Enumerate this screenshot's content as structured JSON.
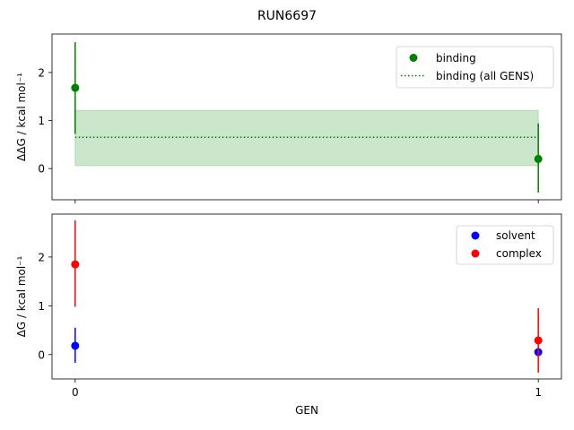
{
  "chart_data": [
    {
      "type": "scatter",
      "title": "RUN6697",
      "ylabel": "ΔΔG / kcal mol⁻¹",
      "x_ticks": [
        0,
        1
      ],
      "y_ticks": [
        0,
        1,
        2
      ],
      "xlim": [
        -0.05,
        1.05
      ],
      "ylim": [
        -0.65,
        2.8
      ],
      "legend_position": "top-right",
      "series": [
        {
          "name": "binding",
          "color": "#008000",
          "marker": "circle",
          "points": [
            {
              "x": 0,
              "y": 1.68,
              "err_low": 0.72,
              "err_high": 2.63
            },
            {
              "x": 1,
              "y": 0.2,
              "err_low": -0.5,
              "err_high": 0.94
            }
          ]
        },
        {
          "name": "binding (all GENS)",
          "color": "#008000",
          "line_style": "dotted",
          "y": 0.65,
          "band": [
            0.06,
            1.21
          ],
          "x_range": [
            0,
            1
          ]
        }
      ]
    },
    {
      "type": "scatter",
      "xlabel": "GEN",
      "ylabel": "ΔG / kcal mol⁻¹",
      "x_ticks": [
        0,
        1
      ],
      "y_ticks": [
        0,
        1,
        2
      ],
      "xlim": [
        -0.05,
        1.05
      ],
      "ylim": [
        -0.5,
        2.88
      ],
      "legend_position": "top-right",
      "series": [
        {
          "name": "solvent",
          "color": "#0000ff",
          "marker": "circle",
          "points": [
            {
              "x": 0,
              "y": 0.18,
              "err_low": -0.17,
              "err_high": 0.55
            },
            {
              "x": 1,
              "y": 0.05,
              "err_low": -0.05,
              "err_high": 0.15
            }
          ]
        },
        {
          "name": "complex",
          "color": "#ff0000",
          "marker": "circle",
          "points": [
            {
              "x": 0,
              "y": 1.85,
              "err_low": 0.98,
              "err_high": 2.75
            },
            {
              "x": 1,
              "y": 0.29,
              "err_low": -0.37,
              "err_high": 0.95
            }
          ]
        }
      ]
    }
  ]
}
